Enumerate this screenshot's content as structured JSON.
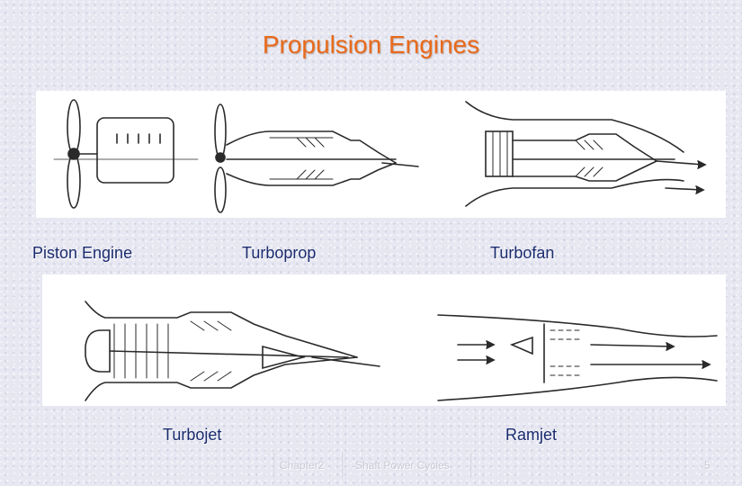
{
  "slide": {
    "title": "Propulsion Engines",
    "title_color": "#e86a1c",
    "label_color": "#1a2b6e"
  },
  "engines": [
    {
      "label": "Piston Engine"
    },
    {
      "label": "Turboprop"
    },
    {
      "label": "Turbofan"
    },
    {
      "label": "Turbojet"
    },
    {
      "label": "Ramjet"
    }
  ],
  "footer": {
    "chapter": "Chapter2",
    "topic": "Shaft Power Cycles",
    "page_number": "5"
  }
}
